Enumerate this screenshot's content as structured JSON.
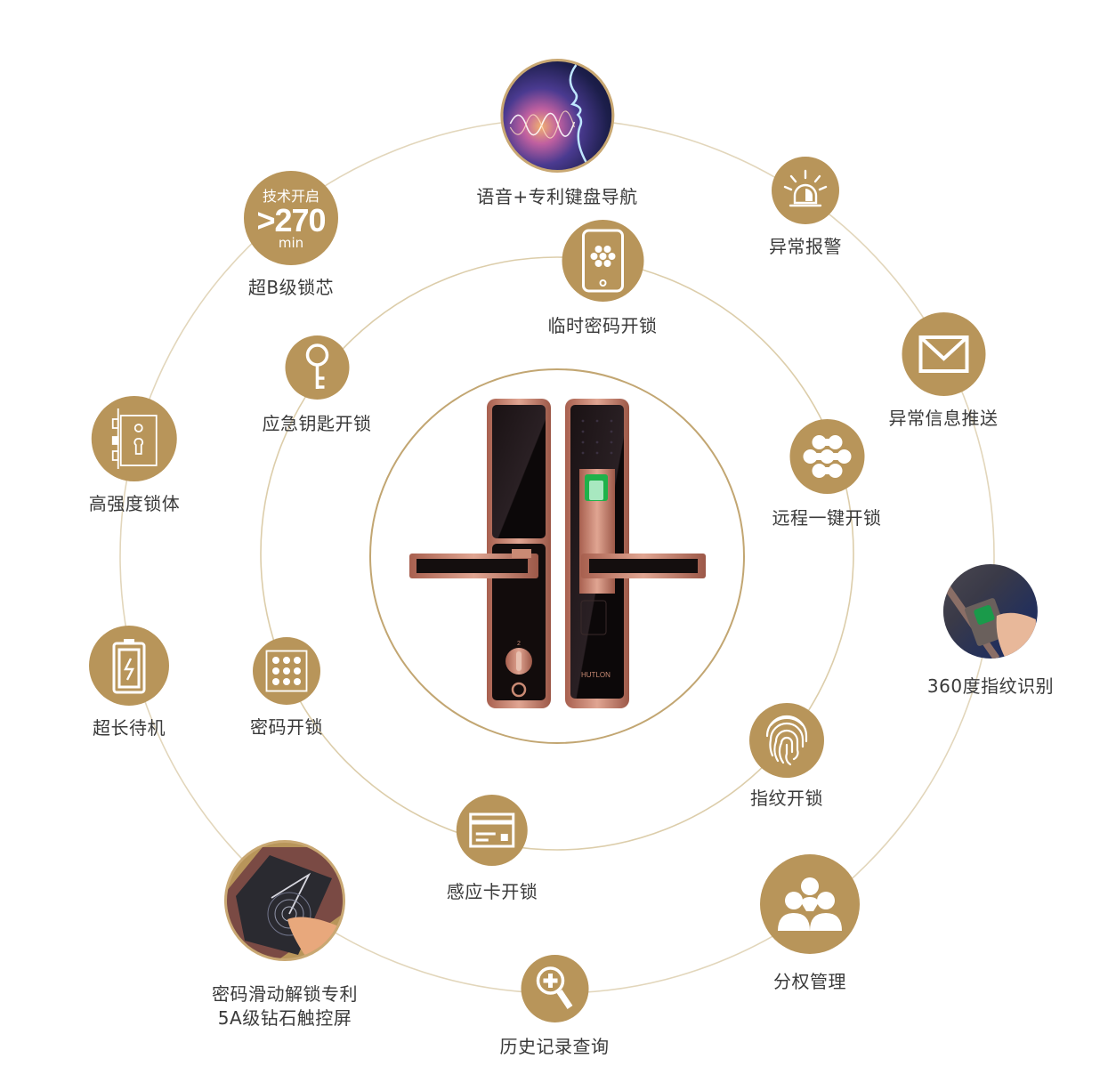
{
  "colors": {
    "gold": "#b8955a",
    "ring": "#d9c9a6",
    "inner_ring": "#c2a672",
    "text": "#3a3a3a",
    "lock_copper": "#c98a74",
    "lock_black": "#140e0e",
    "fingerprint_green": "#1fb24a"
  },
  "product": {
    "brand": "HUTLON",
    "dial_mark": "2"
  },
  "lock_cylinder": {
    "badge_line1": "技术开启",
    "badge_number": ">270",
    "badge_unit": "min",
    "label": "超B级锁芯"
  },
  "features": {
    "voice": {
      "label": "语音+专利键盘导航",
      "icon": "voice-wave-photo"
    },
    "alarm": {
      "label": "异常报警",
      "icon": "siren-icon"
    },
    "message": {
      "label": "异常信息推送",
      "icon": "envelope-icon"
    },
    "temp_password": {
      "label": "临时密码开锁",
      "icon": "phone-icon"
    },
    "key": {
      "label": "应急钥匙开锁",
      "icon": "key-icon"
    },
    "remote": {
      "label": "远程一键开锁",
      "icon": "link-dots-icon"
    },
    "lock_body": {
      "label": "高强度锁体",
      "icon": "mortise-lock-icon"
    },
    "fingerprint_360": {
      "label": "360度指纹识别",
      "icon": "fingerprint-photo"
    },
    "standby": {
      "label": "超长待机",
      "icon": "battery-icon"
    },
    "password": {
      "label": "密码开锁",
      "icon": "keypad-icon"
    },
    "fingerprint": {
      "label": "指纹开锁",
      "icon": "fingerprint-icon"
    },
    "card": {
      "label": "感应卡开锁",
      "icon": "card-icon"
    },
    "touchscreen": {
      "label_line1": "密码滑动解锁专利",
      "label_line2": "5A级钻石触控屏",
      "icon": "touchscreen-photo"
    },
    "history": {
      "label": "历史记录查询",
      "icon": "magnifier-plus-icon"
    },
    "permissions": {
      "label": "分权管理",
      "icon": "users-icon"
    }
  }
}
